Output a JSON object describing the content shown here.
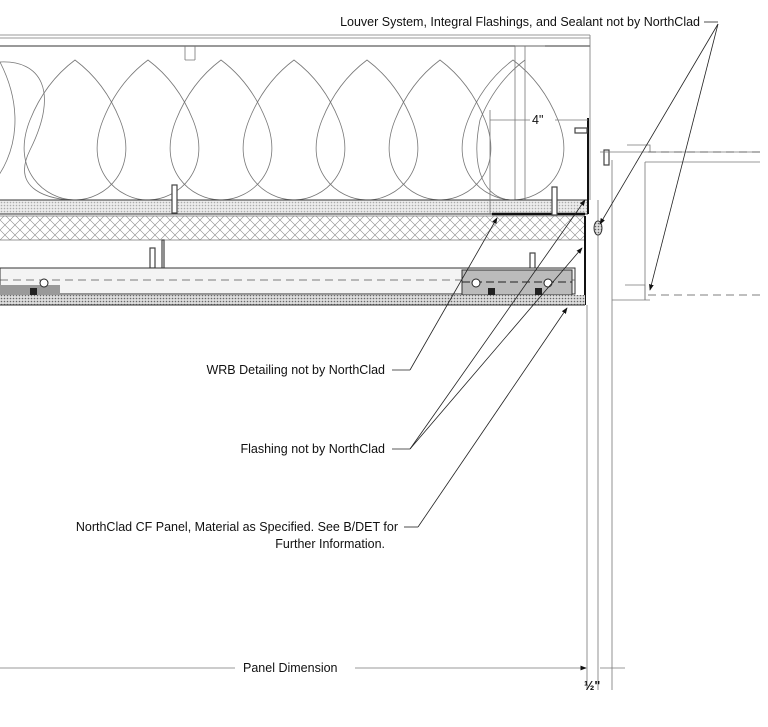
{
  "labels": {
    "louver": "Louver System, Integral Flashings, and Sealant not by NorthClad",
    "wrb": "WRB Detailing not by NorthClad",
    "flashing": "Flashing not by NorthClad",
    "panel_line1": "NorthClad CF Panel, Material as Specified.  See B/DET for",
    "panel_line2": "Further Information."
  },
  "dimensions": {
    "offset": "4\"",
    "panel": "Panel Dimension",
    "gap": "½\""
  }
}
